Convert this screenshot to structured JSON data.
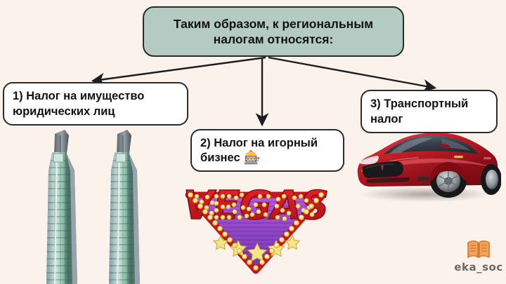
{
  "slide": {
    "background_color": "#fbf2ec",
    "title_box": {
      "text_line_1": "Таким образом, к региональным",
      "text_line_2": "налогам относятся:",
      "fill_color": "#b4cbc3",
      "border_color": "#2b2b2b"
    },
    "items": [
      {
        "id": "item-1",
        "line_1": "1) Налог на имущество",
        "line_2": "юридических лиц",
        "illustration": "skyscrapers",
        "fill_color": "#ffffff"
      },
      {
        "id": "item-2",
        "line_1": "2) Налог на игорный",
        "line_2": "бизнес",
        "emoji": "🎰",
        "emoji_name": "slot-machine-icon",
        "illustration": "vegas-sign",
        "fill_color": "#ffffff"
      },
      {
        "id": "item-3",
        "line_1": "3) Транспортный",
        "line_2": "налог",
        "illustration": "red-car",
        "fill_color": "#ffffff"
      }
    ],
    "arrows": {
      "count": 3,
      "color": "#1d1d1d",
      "directions": [
        "down-left",
        "down",
        "down-right"
      ]
    },
    "illustrations": {
      "skyscrapers": {
        "name": "twin-glass-towers",
        "count": 2,
        "glass_color": "#8fc0b2",
        "frame_color": "#9aa6ad"
      },
      "vegas_sign": {
        "name": "welcome-to-vegas-sign",
        "text": "VEGAS",
        "letter_color": "#cc1c22",
        "bulb_color": "#ffe27a",
        "panel_color": "#9c52c8",
        "stars": 5,
        "star_color": "#f4e07a"
      },
      "car": {
        "name": "red-electric-sedan",
        "body_color": "#b01a23",
        "glass_color": "#38414c"
      }
    },
    "watermark": {
      "icon_name": "open-book-icon",
      "icon_color": "#e08b3c",
      "text": "eka_soc",
      "text_color": "#55504d"
    }
  }
}
